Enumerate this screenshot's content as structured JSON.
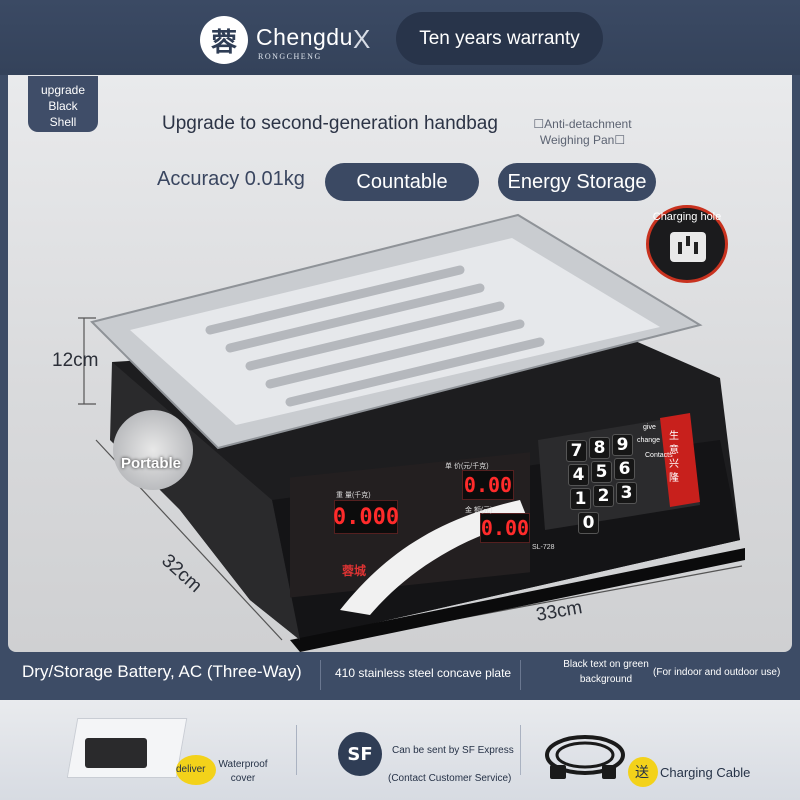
{
  "header": {
    "logo_glyph": "蓉",
    "brand": "Chengdu",
    "brand_sub": "RONGCHENG",
    "cross": "X",
    "warranty": "Ten years warranty"
  },
  "panel": {
    "tag_line1": "upgrade",
    "tag_line2": "Black",
    "tag_line3": "Shell",
    "headline": "Upgrade to second-generation handbag",
    "anti_note": "☐Anti-detachment Weighing Pan☐",
    "accuracy": "Accuracy 0.01kg",
    "pill_countable": "Countable",
    "pill_energy": "Energy Storage",
    "charging_hole": "Charging hole",
    "portable": "Portable",
    "dim_height": "12cm",
    "dim_depth": "32cm",
    "dim_width": "33cm"
  },
  "scale": {
    "weight_label": "重 量(千克)",
    "weight_value": "0.000",
    "unit_price_label": "单 价(元/千克)",
    "unit_price_value": "0.00",
    "total_label": "金 额(元)",
    "total_value": "0.00",
    "model": "SL-728",
    "brand_cn": "蓉城",
    "side_text": "生意兴隆",
    "key_give": "give",
    "key_change": "change",
    "key_contacts": "Contacts",
    "keys": [
      "7",
      "8",
      "9",
      "4",
      "5",
      "6",
      "1",
      "2",
      "3",
      "0"
    ]
  },
  "features": {
    "power": "Dry/Storage Battery, AC (Three-Way)",
    "plate": "410 stainless steel concave plate",
    "display": "Black text on green background",
    "use": "(For indoor and outdoor use)"
  },
  "bottom": {
    "deliver": "deliver",
    "waterproof": "Waterproof cover",
    "sf_logo": "SF",
    "sf_line1": "Can be sent by SF Express",
    "sf_line2": "(Contact Customer Service)",
    "send_glyph": "送",
    "cable": "Charging Cable"
  }
}
